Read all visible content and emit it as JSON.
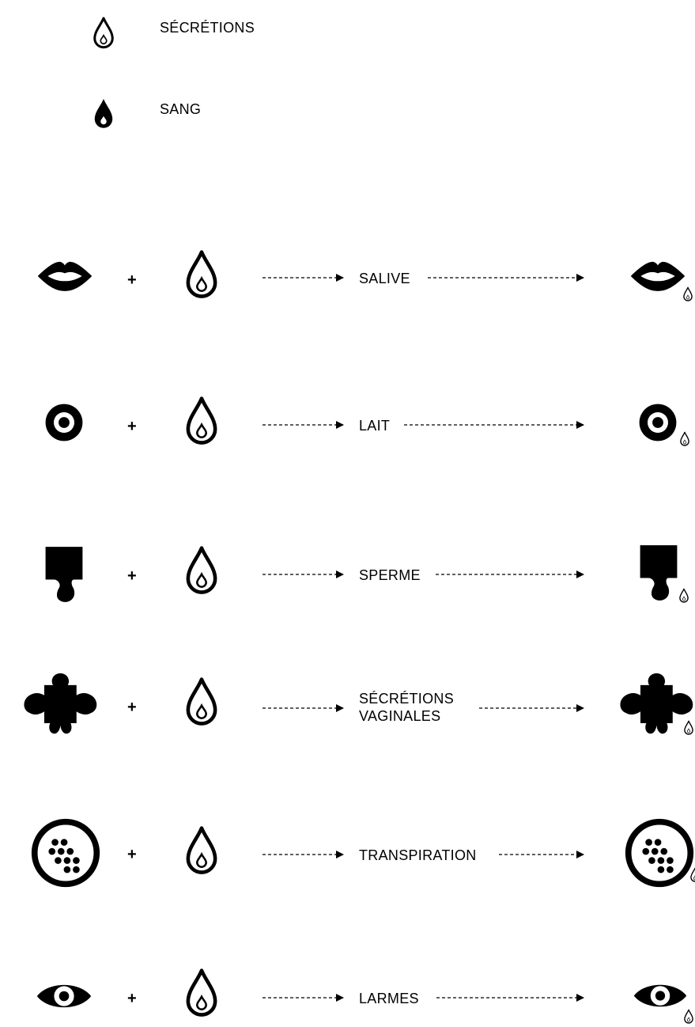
{
  "legend": [
    {
      "icon": "outline-drop-icon",
      "label": "SÉCRÉTIONS"
    },
    {
      "icon": "filled-drop-icon",
      "label": "SANG"
    }
  ],
  "operator": "+",
  "rows": [
    {
      "key": "lips",
      "icon": "lips-icon",
      "fluid": "SALIVE",
      "fluid_line2": ""
    },
    {
      "key": "nipple",
      "icon": "nipple-icon",
      "fluid": "LAIT",
      "fluid_line2": ""
    },
    {
      "key": "penis",
      "icon": "penis-icon",
      "fluid": "SPERME",
      "fluid_line2": ""
    },
    {
      "key": "vulva",
      "icon": "puzzle-vulva-icon",
      "fluid": "SÉCRÉTIONS",
      "fluid_line2": "VAGINALES"
    },
    {
      "key": "skin",
      "icon": "skin-pores-icon",
      "fluid": "TRANSPIRATION",
      "fluid_line2": ""
    },
    {
      "key": "eye",
      "icon": "eye-icon",
      "fluid": "LARMES",
      "fluid_line2": ""
    }
  ]
}
